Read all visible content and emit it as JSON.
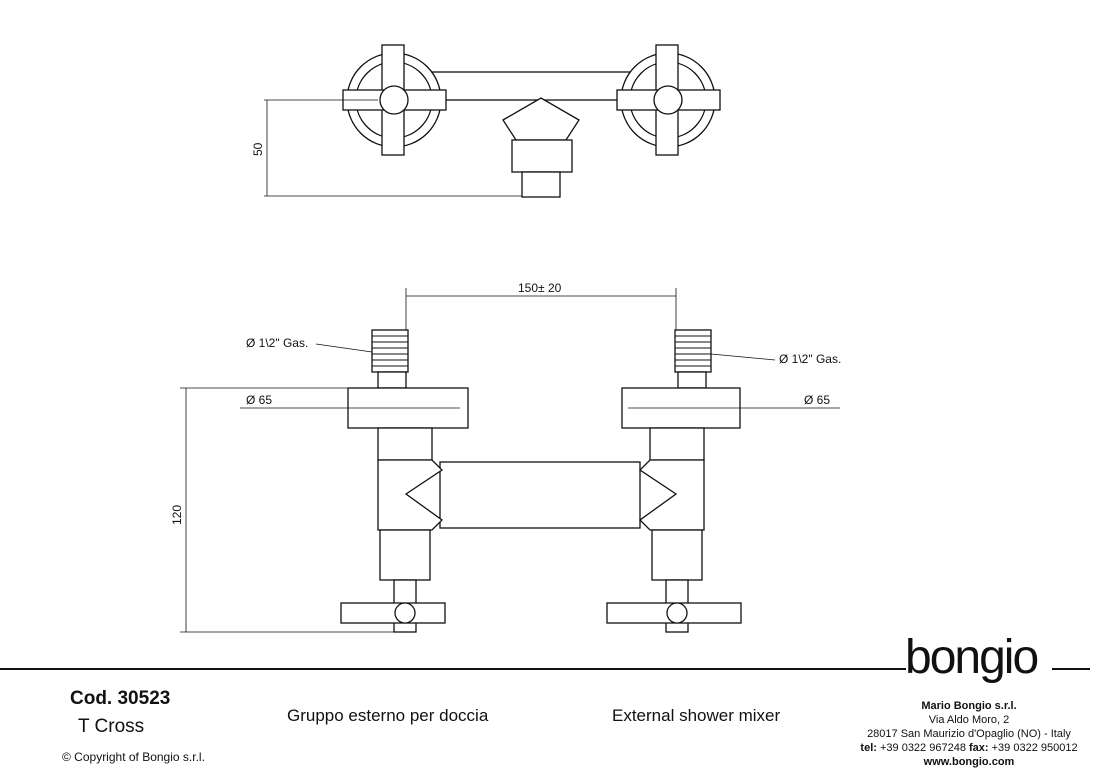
{
  "drawing": {
    "dim_depth": "50",
    "dim_spacing": "150± 20",
    "thread_left": "Ø 1\\2\" Gas.",
    "thread_right": "Ø 1\\2\" Gas.",
    "flange_left": "Ø 65",
    "flange_right": "Ø 65",
    "dim_height": "120"
  },
  "footer": {
    "code": "Cod. 30523",
    "name": "T Cross",
    "copyright": "© Copyright of Bongio s.r.l.",
    "desc_it": "Gruppo esterno per doccia",
    "desc_en": "External shower mixer",
    "logo": "bongio",
    "company": "Mario Bongio s.r.l.",
    "street": "Via Aldo Moro, 2",
    "city": "28017 San Maurizio d'Opaglio (NO) - Italy",
    "tel_label": "tel:",
    "tel": "+39 0322 967248",
    "fax_label": "fax:",
    "fax": "+39 0322 950012",
    "web": "www.bongio.com"
  }
}
